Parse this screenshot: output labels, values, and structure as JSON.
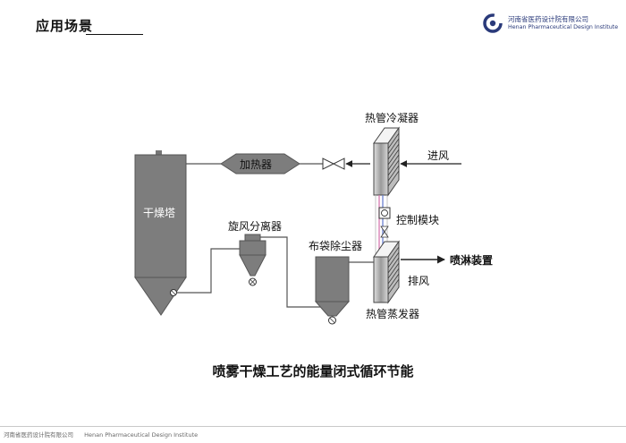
{
  "header": {
    "title": "应用场景",
    "logo_cn": "河南省医药设计院有限公司",
    "logo_en": "Henan Pharmaceutical Design Institute"
  },
  "diagram": {
    "labels": {
      "drying_tower": "干燥塔",
      "heater": "加热器",
      "condenser": "热管冷凝器",
      "air_inlet": "进风",
      "control_module": "控制模块",
      "cyclone": "旋风分离器",
      "bag_filter": "布袋除尘器",
      "spray_device": "喷淋装置",
      "exhaust": "排风",
      "evaporator": "热管蒸发器"
    },
    "caption": "喷雾干燥工艺的能量闭式循环节能"
  },
  "footer": {
    "cn": "河南省医药设计院有限公司",
    "en": "Henan Pharmaceutical Design Institute"
  },
  "colors": {
    "equipment_fill": "#7d7d7d",
    "equipment_dark": "#555555",
    "pipe": "#555555",
    "loop_pink": "#d77ab0",
    "loop_blue": "#6a7fd0",
    "logo_blue": "#2a3a7a"
  }
}
